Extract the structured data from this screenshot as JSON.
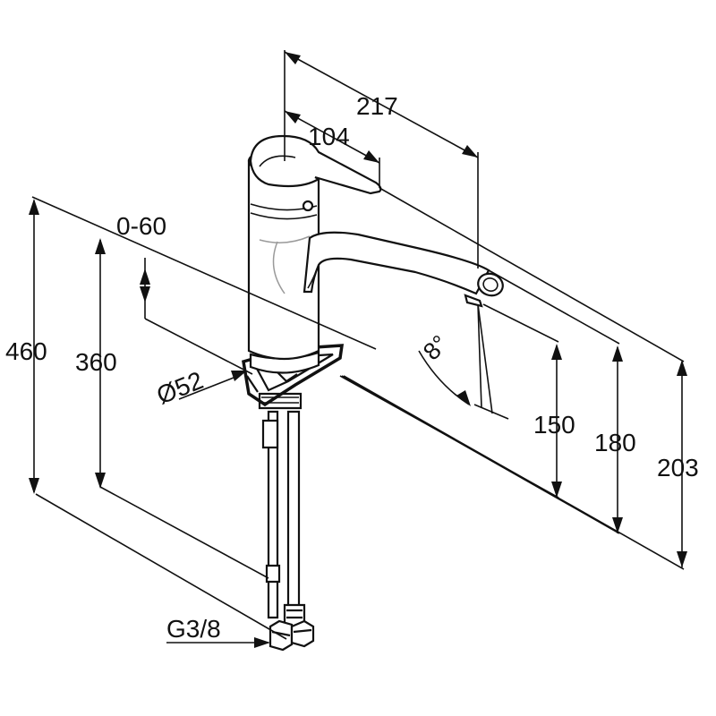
{
  "diagram": {
    "dimensions": {
      "total_height": "460",
      "clamp_height": "360",
      "clamp_range": "0-60",
      "base_diameter": "Ø52",
      "connection_thread": "G3/8",
      "spout_reach": "217",
      "lever_reach": "104",
      "swivel_angle": "8°",
      "spout_outlet_height": "150",
      "spout_height": "180",
      "lever_height": "203"
    }
  }
}
